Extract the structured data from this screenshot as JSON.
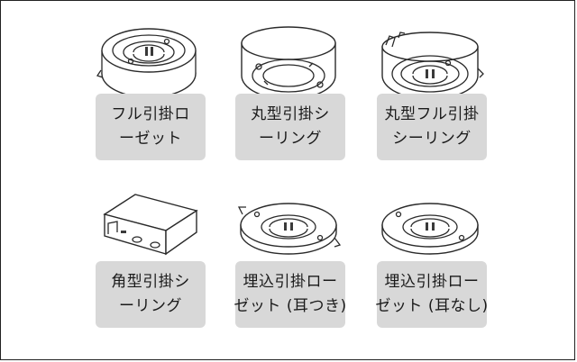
{
  "items": [
    {
      "label_line1": "フル引掛ロ",
      "label_line2": "ーゼット"
    },
    {
      "label_line1": "丸型引掛シ",
      "label_line2": "ーリング"
    },
    {
      "label_line1": "丸型フル引掛",
      "label_line2": "シーリング"
    },
    {
      "label_line1": "角型引掛シ",
      "label_line2": "ーリング"
    },
    {
      "label_line1": "埋込引掛ロー",
      "label_line2": "ゼット (耳つき)"
    },
    {
      "label_line1": "埋込引掛ロー",
      "label_line2": "ゼット (耳なし)"
    }
  ]
}
